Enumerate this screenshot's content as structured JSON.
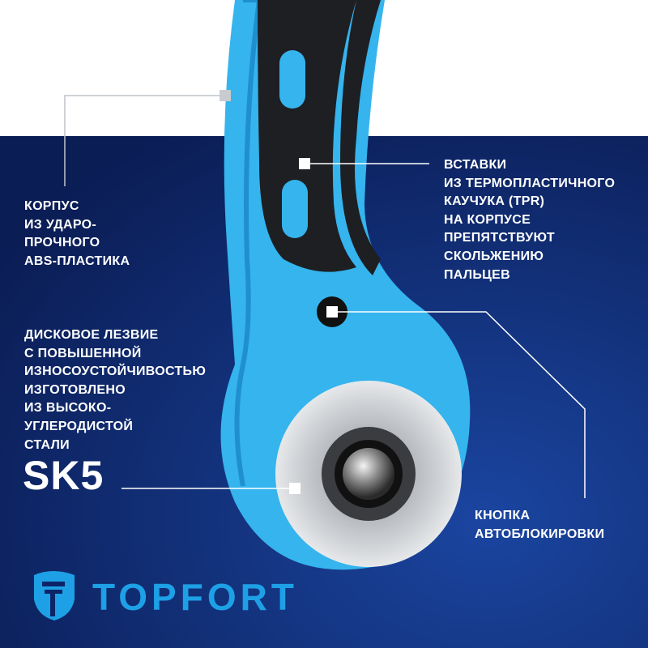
{
  "labels": {
    "body": [
      "КОРПУС",
      "ИЗ УДАРО-",
      "ПРОЧНОГО",
      "ABS-ПЛАСТИКА"
    ],
    "inserts": [
      "ВСТАВКИ",
      "ИЗ ТЕРМОПЛАСТИЧНОГО",
      "КАУЧУКА (TPR)",
      "НА КОРПУСЕ",
      "ПРЕПЯТСТВУЮТ",
      "СКОЛЬЖЕНИЮ",
      "ПАЛЬЦЕВ"
    ],
    "blade": [
      "ДИСКОВОЕ ЛЕЗВИЕ",
      "С ПОВЫШЕННОЙ",
      "ИЗНОСОУСТОЙЧИВОСТЬЮ",
      "ИЗГОТОВЛЕНО",
      "ИЗ ВЫСОКО-",
      "УГЛЕРОДИСТОЙ",
      "СТАЛИ"
    ],
    "steel_grade": "SK5",
    "lock": [
      "КНОПКА",
      "АВТОБЛОКИРОВКИ"
    ]
  },
  "brand": {
    "name": "TOPFORT"
  },
  "colors": {
    "navy": "#0d2466",
    "accent": "#1ea0e6",
    "handle": "#35b4ee"
  }
}
